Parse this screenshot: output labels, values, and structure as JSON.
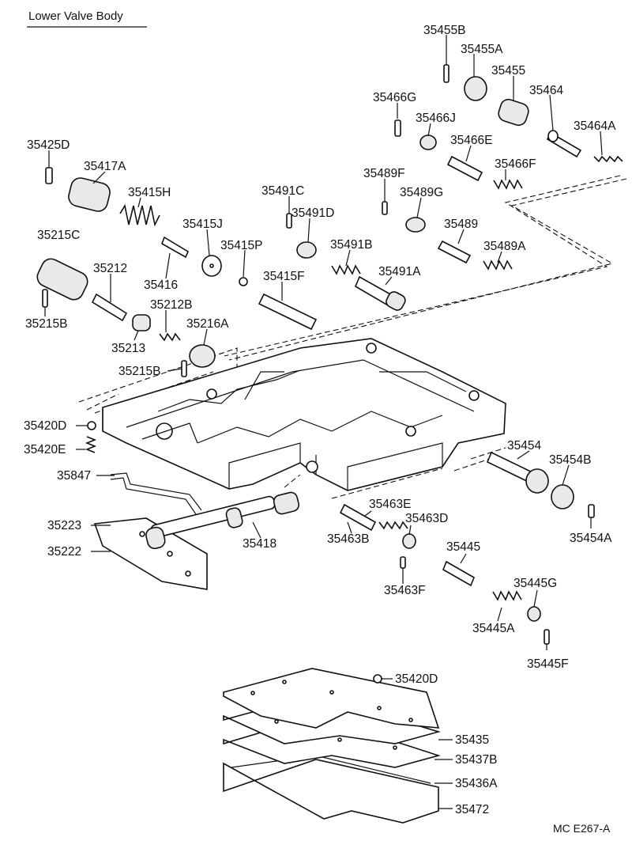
{
  "title": "Lower Valve Body",
  "code": "MC  E267-A",
  "parts": [
    {
      "id": "35455B"
    },
    {
      "id": "35455A"
    },
    {
      "id": "35455"
    },
    {
      "id": "35464"
    },
    {
      "id": "35464A"
    },
    {
      "id": "35466G"
    },
    {
      "id": "35466J"
    },
    {
      "id": "35466E"
    },
    {
      "id": "35466F"
    },
    {
      "id": "35425D"
    },
    {
      "id": "35417A"
    },
    {
      "id": "35415H"
    },
    {
      "id": "35491C"
    },
    {
      "id": "35491D"
    },
    {
      "id": "35489F"
    },
    {
      "id": "35489G"
    },
    {
      "id": "35415J"
    },
    {
      "id": "35489"
    },
    {
      "id": "35215C"
    },
    {
      "id": "35415P"
    },
    {
      "id": "35491B"
    },
    {
      "id": "35489A"
    },
    {
      "id": "35212"
    },
    {
      "id": "35491A"
    },
    {
      "id": "35416"
    },
    {
      "id": "35415F"
    },
    {
      "id": "35212B"
    },
    {
      "id": "35215B"
    },
    {
      "id": "35216A"
    },
    {
      "id": "35213"
    },
    {
      "id": "35215B"
    },
    {
      "id": "35420D"
    },
    {
      "id": "35420E"
    },
    {
      "id": "35454"
    },
    {
      "id": "35454B"
    },
    {
      "id": "35847"
    },
    {
      "id": "35463E"
    },
    {
      "id": "35223"
    },
    {
      "id": "35463D"
    },
    {
      "id": "35418"
    },
    {
      "id": "35463B"
    },
    {
      "id": "35222"
    },
    {
      "id": "35454A"
    },
    {
      "id": "35445"
    },
    {
      "id": "35463F"
    },
    {
      "id": "35445G"
    },
    {
      "id": "35445A"
    },
    {
      "id": "35445F"
    },
    {
      "id": "35420D"
    },
    {
      "id": "35435"
    },
    {
      "id": "35437B"
    },
    {
      "id": "35436A"
    },
    {
      "id": "35472"
    }
  ]
}
